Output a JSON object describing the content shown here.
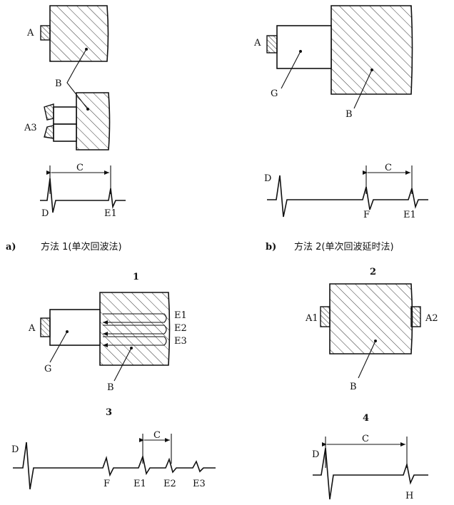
{
  "labels": {
    "a": "A",
    "a1": "A1",
    "a2": "A2",
    "a3": "A3",
    "b": "B",
    "c": "C",
    "d": "D",
    "e1": "E1",
    "e2": "E2",
    "e3": "E3",
    "f": "F",
    "g": "G",
    "h": "H"
  },
  "captions": {
    "a": {
      "letter": "a)",
      "text": "方法 1(单次回波法)"
    },
    "b": {
      "letter": "b)",
      "text": "方法 2(单次回波延时法)"
    }
  },
  "numbers": {
    "n1": "1",
    "n2": "2",
    "n3": "3",
    "n4": "4"
  }
}
